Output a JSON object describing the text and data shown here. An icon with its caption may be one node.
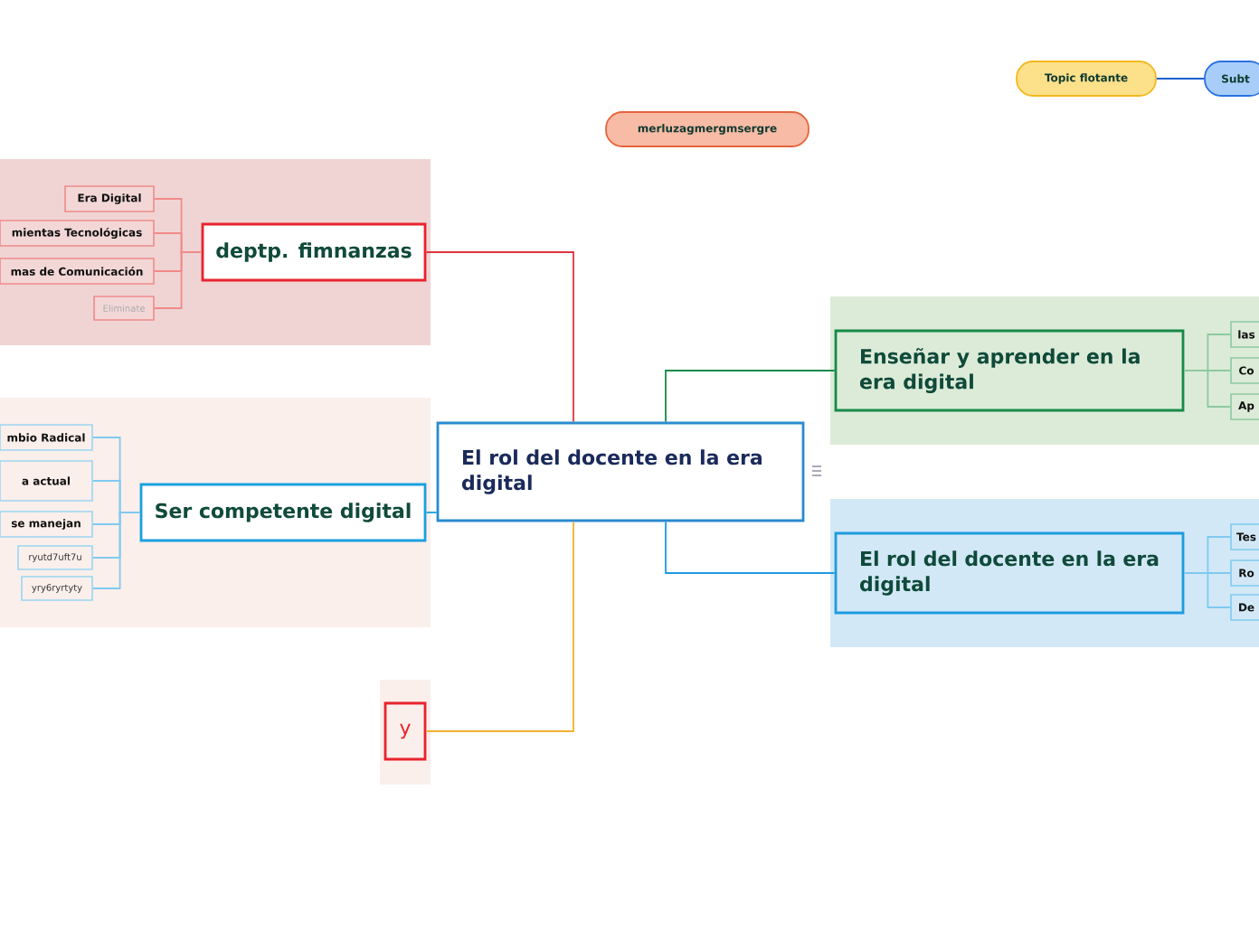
{
  "diagram": {
    "nodes": [
      {
        "text": [
          "El rol del docente en la era digital"
        ]
      },
      {
        "text": [
          "deptp. fimnanzas"
        ]
      },
      {
        "text": [
          "Era Digital"
        ]
      },
      {
        "text": [
          "mientas Tecnológicas"
        ]
      },
      {
        "text": [
          "mas de Comunicación"
        ]
      },
      {
        "text": [
          "Eliminate"
        ]
      },
      {
        "text": [
          "Ser competente digital"
        ]
      },
      {
        "text": [
          "mbio Radical"
        ]
      },
      {
        "text": [
          "a actual"
        ]
      },
      {
        "text": [
          "se manejan"
        ]
      },
      {
        "text": [
          "ryutd7uft7u"
        ]
      },
      {
        "text": [
          "yry6ryrtyty"
        ]
      },
      {
        "text": [
          "y"
        ]
      },
      {
        "text": [
          "Enseñar y aprender en la era digital"
        ]
      },
      {
        "text": [
          "las"
        ]
      },
      {
        "text": [
          "Co"
        ]
      },
      {
        "text": [
          "Ap"
        ]
      },
      {
        "text": [
          "El rol del docente en la era digital"
        ]
      },
      {
        "text": [
          "Tes"
        ]
      },
      {
        "text": [
          "Ro"
        ]
      },
      {
        "text": [
          "De"
        ]
      },
      {
        "text": [
          "merluzagmergmsergre"
        ]
      },
      {
        "text": [
          "Topic flotante"
        ]
      },
      {
        "text": [
          "Subt"
        ]
      }
    ],
    "edges": [
      {
        "from": 0,
        "to": 1,
        "arrow": "none",
        "color": "#e0343c"
      },
      {
        "from": 1,
        "to": 2,
        "arrow": "none",
        "color": "#f08a8a"
      },
      {
        "from": 1,
        "to": 3,
        "arrow": "none",
        "color": "#f08a8a"
      },
      {
        "from": 1,
        "to": 4,
        "arrow": "none",
        "color": "#f08a8a"
      },
      {
        "from": 1,
        "to": 5,
        "arrow": "none",
        "color": "#f08a8a"
      },
      {
        "from": 0,
        "to": 6,
        "arrow": "none",
        "color": "#19a0e0"
      },
      {
        "from": 6,
        "to": 7,
        "arrow": "none",
        "color": "#7fcaf0"
      },
      {
        "from": 6,
        "to": 8,
        "arrow": "none",
        "color": "#7fcaf0"
      },
      {
        "from": 6,
        "to": 9,
        "arrow": "none",
        "color": "#7fcaf0"
      },
      {
        "from": 6,
        "to": 10,
        "arrow": "none",
        "color": "#7fcaf0"
      },
      {
        "from": 6,
        "to": 11,
        "arrow": "none",
        "color": "#7fcaf0"
      },
      {
        "from": 0,
        "to": 12,
        "arrow": "none",
        "color": "#f5b030"
      },
      {
        "from": 0,
        "to": 13,
        "arrow": "none",
        "color": "#178a48"
      },
      {
        "from": 13,
        "to": 14,
        "arrow": "none",
        "color": "#8cc9a0"
      },
      {
        "from": 13,
        "to": 15,
        "arrow": "none",
        "color": "#8cc9a0"
      },
      {
        "from": 13,
        "to": 16,
        "arrow": "none",
        "color": "#8cc9a0"
      },
      {
        "from": 0,
        "to": 17,
        "arrow": "none",
        "color": "#1e9be0"
      },
      {
        "from": 17,
        "to": 18,
        "arrow": "none",
        "color": "#7fcaf0"
      },
      {
        "from": 17,
        "to": 19,
        "arrow": "none",
        "color": "#7fcaf0"
      },
      {
        "from": 17,
        "to": 20,
        "arrow": "none",
        "color": "#7fcaf0"
      },
      {
        "from": 22,
        "to": 23,
        "arrow": "none",
        "color": "#1a5fd0"
      }
    ]
  }
}
